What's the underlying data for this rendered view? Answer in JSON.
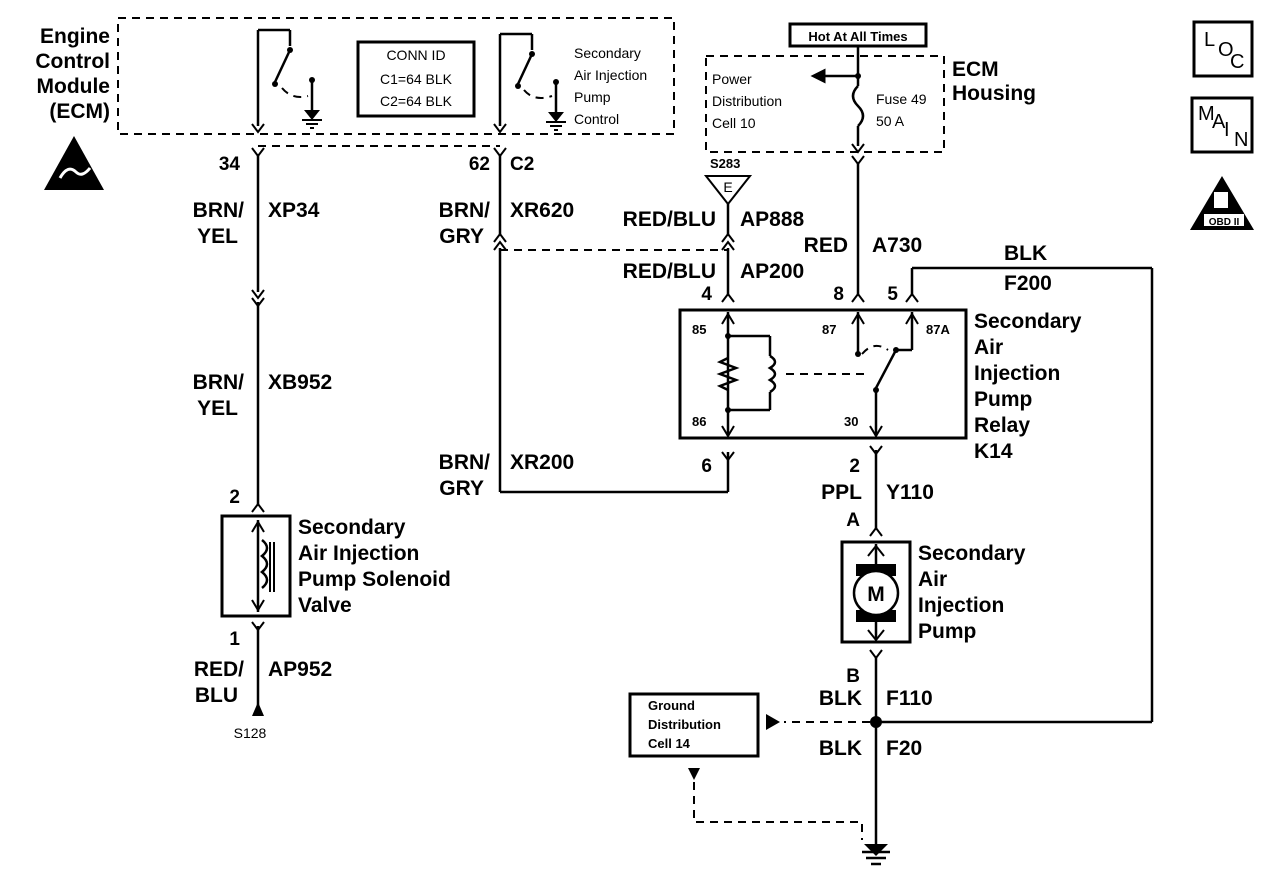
{
  "ecm": {
    "label_l1": "Engine",
    "label_l2": "Control",
    "label_l3": "Module",
    "label_l4": "(ECM)"
  },
  "conn_id": {
    "title": "CONN ID",
    "c1": "C1=64 BLK",
    "c2": "C2=64 BLK"
  },
  "sec_air_control": {
    "l1": "Secondary",
    "l2": "Air Injection",
    "l3": "Pump",
    "l4": "Control"
  },
  "hot_at_all_times": "Hot At All Times",
  "pdc": {
    "l1": "Power",
    "l2": "Distribution",
    "l3": "Cell 10"
  },
  "fuse": {
    "l1": "Fuse 49",
    "l2": "50 A"
  },
  "ecm_housing": {
    "l1": "ECM",
    "l2": "Housing"
  },
  "icons": {
    "loc": [
      "L",
      "O",
      "C"
    ],
    "main": [
      "M",
      "A",
      "I",
      "N"
    ],
    "obd": "OBD II",
    "esd": "esd-icon"
  },
  "pins": {
    "p34": "34",
    "p62": "62",
    "c2": "C2",
    "s283": "S283",
    "s283_letter": "E",
    "p4": "4",
    "p8": "8",
    "p5": "5",
    "p6": "6",
    "p2": "2",
    "p2b": "2",
    "pA": "A",
    "pB": "B",
    "p1": "1",
    "s128": "S128"
  },
  "wires": {
    "xp34_color_l1": "BRN/",
    "xp34_color_l2": "YEL",
    "xp34": "XP34",
    "xb952_color_l1": "BRN/",
    "xb952_color_l2": "YEL",
    "xb952": "XB952",
    "xr620_color_l1": "BRN/",
    "xr620_color_l2": "GRY",
    "xr620": "XR620",
    "xr200_color_l1": "BRN/",
    "xr200_color_l2": "GRY",
    "xr200": "XR200",
    "ap888_color": "RED/BLU",
    "ap888": "AP888",
    "ap200_color": "RED/BLU",
    "ap200": "AP200",
    "a730_color": "RED",
    "a730": "A730",
    "f200_color": "BLK",
    "f200": "F200",
    "y110_color": "PPL",
    "y110": "Y110",
    "f110_color": "BLK",
    "f110": "F110",
    "f20_color": "BLK",
    "f20": "F20",
    "ap952_color_l1": "RED/",
    "ap952_color_l2": "BLU",
    "ap952": "AP952"
  },
  "relay": {
    "t85": "85",
    "t86": "86",
    "t87": "87",
    "t87a": "87A",
    "t30": "30",
    "l1": "Secondary",
    "l2": "Air",
    "l3": "Injection",
    "l4": "Pump",
    "l5": "Relay",
    "l6": "K14"
  },
  "solenoid": {
    "l1": "Secondary",
    "l2": "Air Injection",
    "l3": "Pump Solenoid",
    "l4": "Valve"
  },
  "pump": {
    "l1": "Secondary",
    "l2": "Air",
    "l3": "Injection",
    "l4": "Pump",
    "motor": "M"
  },
  "gdc": {
    "l1": "Ground",
    "l2": "Distribution",
    "l3": "Cell 14"
  }
}
